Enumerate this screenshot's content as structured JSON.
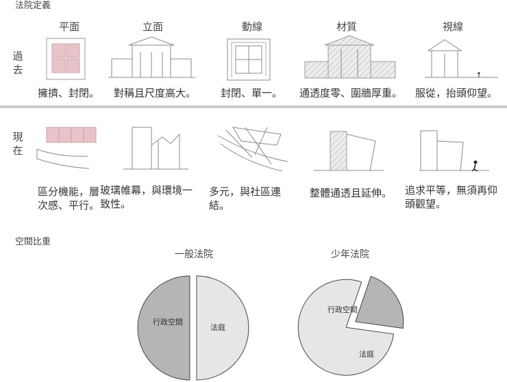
{
  "page_title": "法院定義",
  "columns": [
    "平面",
    "立面",
    "動線",
    "材質",
    "視線"
  ],
  "rows": {
    "past": "過去",
    "present": "現在"
  },
  "past_captions": [
    "擁擠、封閉。",
    "對稱且尺度高大。",
    "封閉、單一。",
    "通透度零、圍牆厚重。",
    "服從，抬頭仰望。"
  ],
  "present_captions": [
    "區分機能，層次感、平行。",
    "玻璃帷幕，與環境一致性。",
    "多元，與社區連結。",
    "整體通透且延伸。",
    "追求平等，無須再仰頭觀望。"
  ],
  "present_captions_lines": [
    [
      "區分機能，層",
      "次感、平行。"
    ],
    [
      "玻璃帷幕，與環境一",
      "致性。"
    ],
    [
      "多元，與社區連",
      "結。"
    ],
    [
      "整體通透且延伸。"
    ],
    [
      "追求平等，無須再仰",
      "頭觀望。"
    ]
  ],
  "space_section_title": "空間比重",
  "colors": {
    "pink": "#e8c3c8",
    "pie_light": "#e6e6e6",
    "pie_dark": "#b5b5b5",
    "stroke": "#888888",
    "divider": "#c9c9c9"
  },
  "chart_data": [
    {
      "type": "pie",
      "title": "一般法院",
      "slices": [
        {
          "label": "行政空間",
          "value": 50,
          "color": "#e6e6e6"
        },
        {
          "label": "法庭",
          "value": 50,
          "color": "#b5b5b5"
        }
      ]
    },
    {
      "type": "pie",
      "title": "少年法院",
      "slices": [
        {
          "label": "行政空間",
          "value": 78,
          "color": "#e6e6e6"
        },
        {
          "label": "法庭",
          "value": 22,
          "color": "#b5b5b5"
        }
      ]
    }
  ]
}
